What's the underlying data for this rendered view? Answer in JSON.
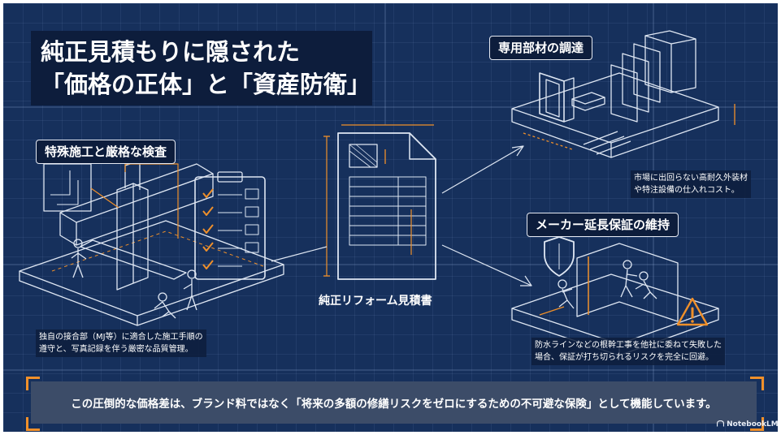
{
  "title": {
    "line1": "純正見積もりに隠された",
    "line2": "「価格の正体」と「資産防衛」"
  },
  "sections": {
    "construction": {
      "label": "特殊施工と厳格な検査",
      "caption_line1": "独自の接合部（MJ等）に適合した施工手順の",
      "caption_line2": "遵守と、写真記録を伴う厳密な品質管理。"
    },
    "estimate": {
      "label": "純正リフォーム見積書"
    },
    "materials": {
      "label": "専用部材の調達",
      "caption_line1": "市場に出回らない高耐久外装材",
      "caption_line2": "や特注設備の仕入れコスト。"
    },
    "warranty": {
      "label": "メーカー延長保証の維持",
      "caption_line1": "防水ラインなどの根幹工事を他社に委ねて失敗した",
      "caption_line2": "場合、保証が打ち切られるリスクを完全に回避。"
    }
  },
  "banner": {
    "text": "この圧倒的な価格差は、ブランド料ではなく「将来の多額の修繕リスクをゼロにするための不可避な保険」として機能しています。"
  },
  "branding": {
    "logo_text": "NotebookLM"
  },
  "icons": {
    "checklist": "clipboard-checklist-icon",
    "document": "estimate-document-icon",
    "shield": "shield-icon",
    "warning": "warning-triangle-icon",
    "logo": "notebooklm-logo-icon"
  },
  "colors": {
    "background": "#16305c",
    "panel": "#0d1d3c",
    "line": "#dfe7f3",
    "accent": "#f0902a",
    "banner": "#3c4c68"
  }
}
